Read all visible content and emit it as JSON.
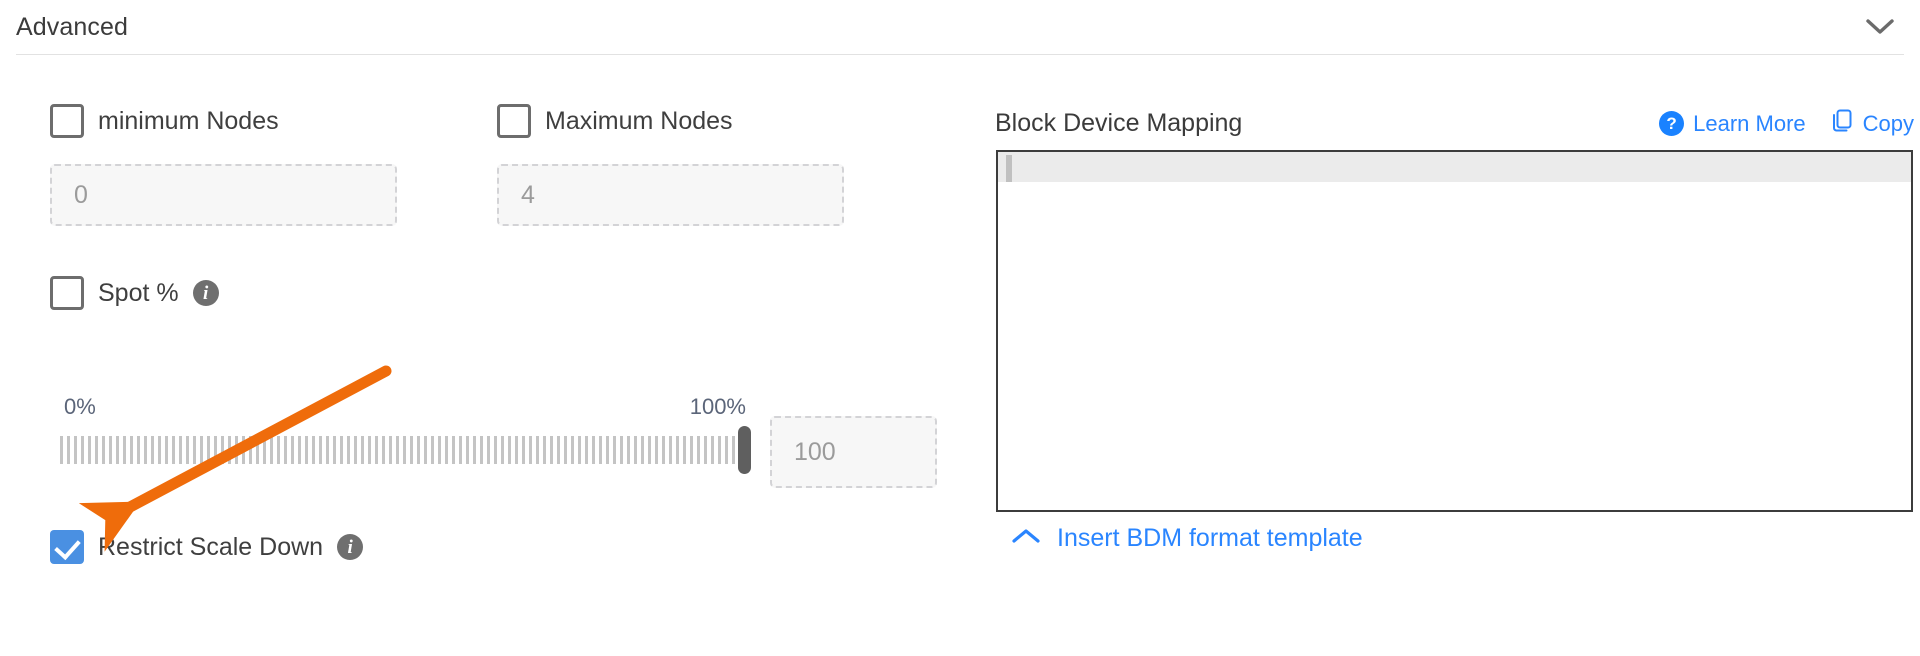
{
  "section": {
    "title": "Advanced",
    "collapse_icon": "chevron-down-icon"
  },
  "scaling": {
    "min_nodes": {
      "label": "minimum Nodes",
      "checked": false,
      "input_placeholder": "0",
      "input_value": ""
    },
    "max_nodes": {
      "label": "Maximum Nodes",
      "checked": false,
      "input_placeholder": "4",
      "input_value": ""
    },
    "spot": {
      "label": "Spot %",
      "checked": false,
      "info_icon": "info-icon",
      "slider": {
        "min_label": "0%",
        "max_label": "100%",
        "value": 100,
        "value_input_placeholder": "100"
      }
    },
    "restrict_scale_down": {
      "label": "Restrict Scale Down",
      "checked": true,
      "info_icon": "info-icon"
    }
  },
  "block_device_mapping": {
    "title": "Block Device Mapping",
    "learn_more": {
      "label": "Learn More",
      "icon": "question-mark-circle-icon"
    },
    "copy": {
      "label": "Copy",
      "icon": "copy-icon"
    },
    "editor_content": "",
    "insert_template": {
      "label": "Insert BDM format template",
      "icon": "chevron-up-icon"
    }
  },
  "annotation": {
    "arrow_color": "#ef6c0b",
    "points_to": "restrict-scale-down-checkbox"
  },
  "colors": {
    "accent_blue": "#2a85ff",
    "checkbox_blue": "#4a90e2",
    "annotation_orange": "#ef6c0b"
  }
}
